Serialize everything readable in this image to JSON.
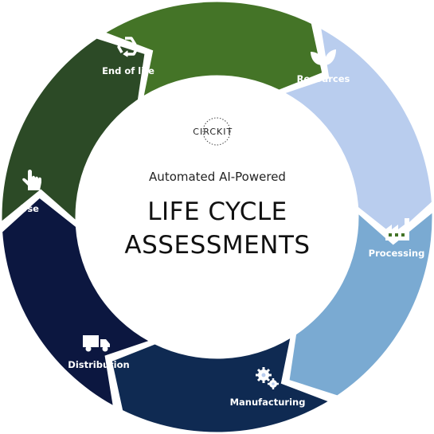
{
  "brand": {
    "left": "CIRC",
    "right": "KIT"
  },
  "center": {
    "subtitle": "Automated AI-Powered",
    "title_line1": "LIFE CYCLE",
    "title_line2": "ASSESSMENTS"
  },
  "segments": [
    {
      "key": "resources",
      "label": "Resources",
      "icon": "leaf-icon",
      "color": "#2c4a26"
    },
    {
      "key": "processing",
      "label": "Processing",
      "icon": "factory-icon",
      "color": "#447427"
    },
    {
      "key": "manufacturing",
      "label": "Manufacturing",
      "icon": "gears-icon",
      "color": "#b9cdee"
    },
    {
      "key": "distribution",
      "label": "Distribution",
      "icon": "truck-icon",
      "color": "#7aaad2"
    },
    {
      "key": "use",
      "label": "Use",
      "icon": "hand-pointer-icon",
      "color": "#0f2a52"
    },
    {
      "key": "end_of_life",
      "label": "End of life",
      "icon": "recycle-icon",
      "color": "#0c1740"
    }
  ]
}
